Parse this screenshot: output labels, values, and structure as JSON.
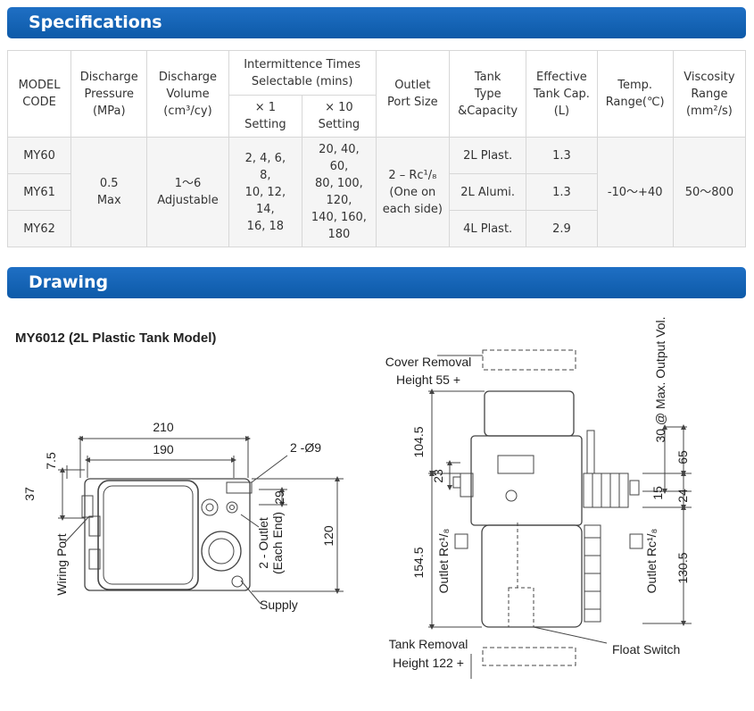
{
  "sections": {
    "specifications": "Specifications",
    "drawing": "Drawing"
  },
  "table": {
    "headers": {
      "model_code": [
        "MODEL",
        "CODE"
      ],
      "discharge_pressure": [
        "Discharge",
        "Pressure",
        "(MPa)"
      ],
      "discharge_volume": [
        "Discharge",
        "Volume",
        "(cm³/cy)"
      ],
      "intermittence": [
        "Intermittence Times",
        "Selectable (mins)"
      ],
      "x1": [
        "× 1",
        "Setting"
      ],
      "x10": [
        "× 10",
        "Setting"
      ],
      "outlet_port": [
        "Outlet",
        "Port Size"
      ],
      "tank_type": [
        "Tank",
        "Type",
        "&Capacity"
      ],
      "effective_cap": [
        "Effective",
        "Tank Cap.",
        "(L)"
      ],
      "temp": [
        "Temp.",
        "Range(℃)"
      ],
      "viscosity": [
        "Viscosity",
        "Range",
        "(mm²/s)"
      ]
    },
    "models": [
      "MY60",
      "MY61",
      "MY62"
    ],
    "pressure": [
      "0.5",
      "Max"
    ],
    "volume": [
      "1～6",
      "Adjustable"
    ],
    "x1_values": [
      "2, 4, 6,",
      "8,",
      "10, 12,",
      "14,",
      "16, 18"
    ],
    "x10_values": [
      "20, 40,",
      "60,",
      "80, 100,",
      "120,",
      "140, 160,",
      "180"
    ],
    "outlet_lines": [
      "2 – Rc¹/₈",
      "(One on",
      "each side)"
    ],
    "tanks": [
      "2L Plast.",
      "2L Alumi.",
      "4L Plast."
    ],
    "capacities": [
      "1.3",
      "1.3",
      "2.9"
    ],
    "temp_range": "-10～+40",
    "viscosity_range": "50～800"
  },
  "drawing": {
    "model_title": "MY6012  (2L Plastic Tank Model)",
    "left": {
      "dim_210": "210",
      "dim_190": "190",
      "hole": "2 -Ø9",
      "dim_7_5": "7.5",
      "dim_37": "37",
      "dim_29": "29",
      "dim_120": "120",
      "wiring_port": "Wiring Port",
      "outlet_each_end": [
        "2 - Outlet",
        "(Each End)"
      ],
      "supply": "Supply"
    },
    "right": {
      "cover_removal": [
        "Cover Removal",
        "Height  55 +"
      ],
      "dim_104_5": "104.5",
      "dim_23": "23",
      "dim_154_5": "154.5",
      "outlet_rc": "Outlet Rc¹/₈",
      "max_output": "30 @ Max. Output Vol.",
      "dim_65": "65",
      "dim_15": "15",
      "dim_24": "24",
      "dim_130_5": "130.5",
      "tank_removal": [
        "Tank Removal",
        "Height  122 +"
      ],
      "float_switch": "Float Switch"
    }
  }
}
